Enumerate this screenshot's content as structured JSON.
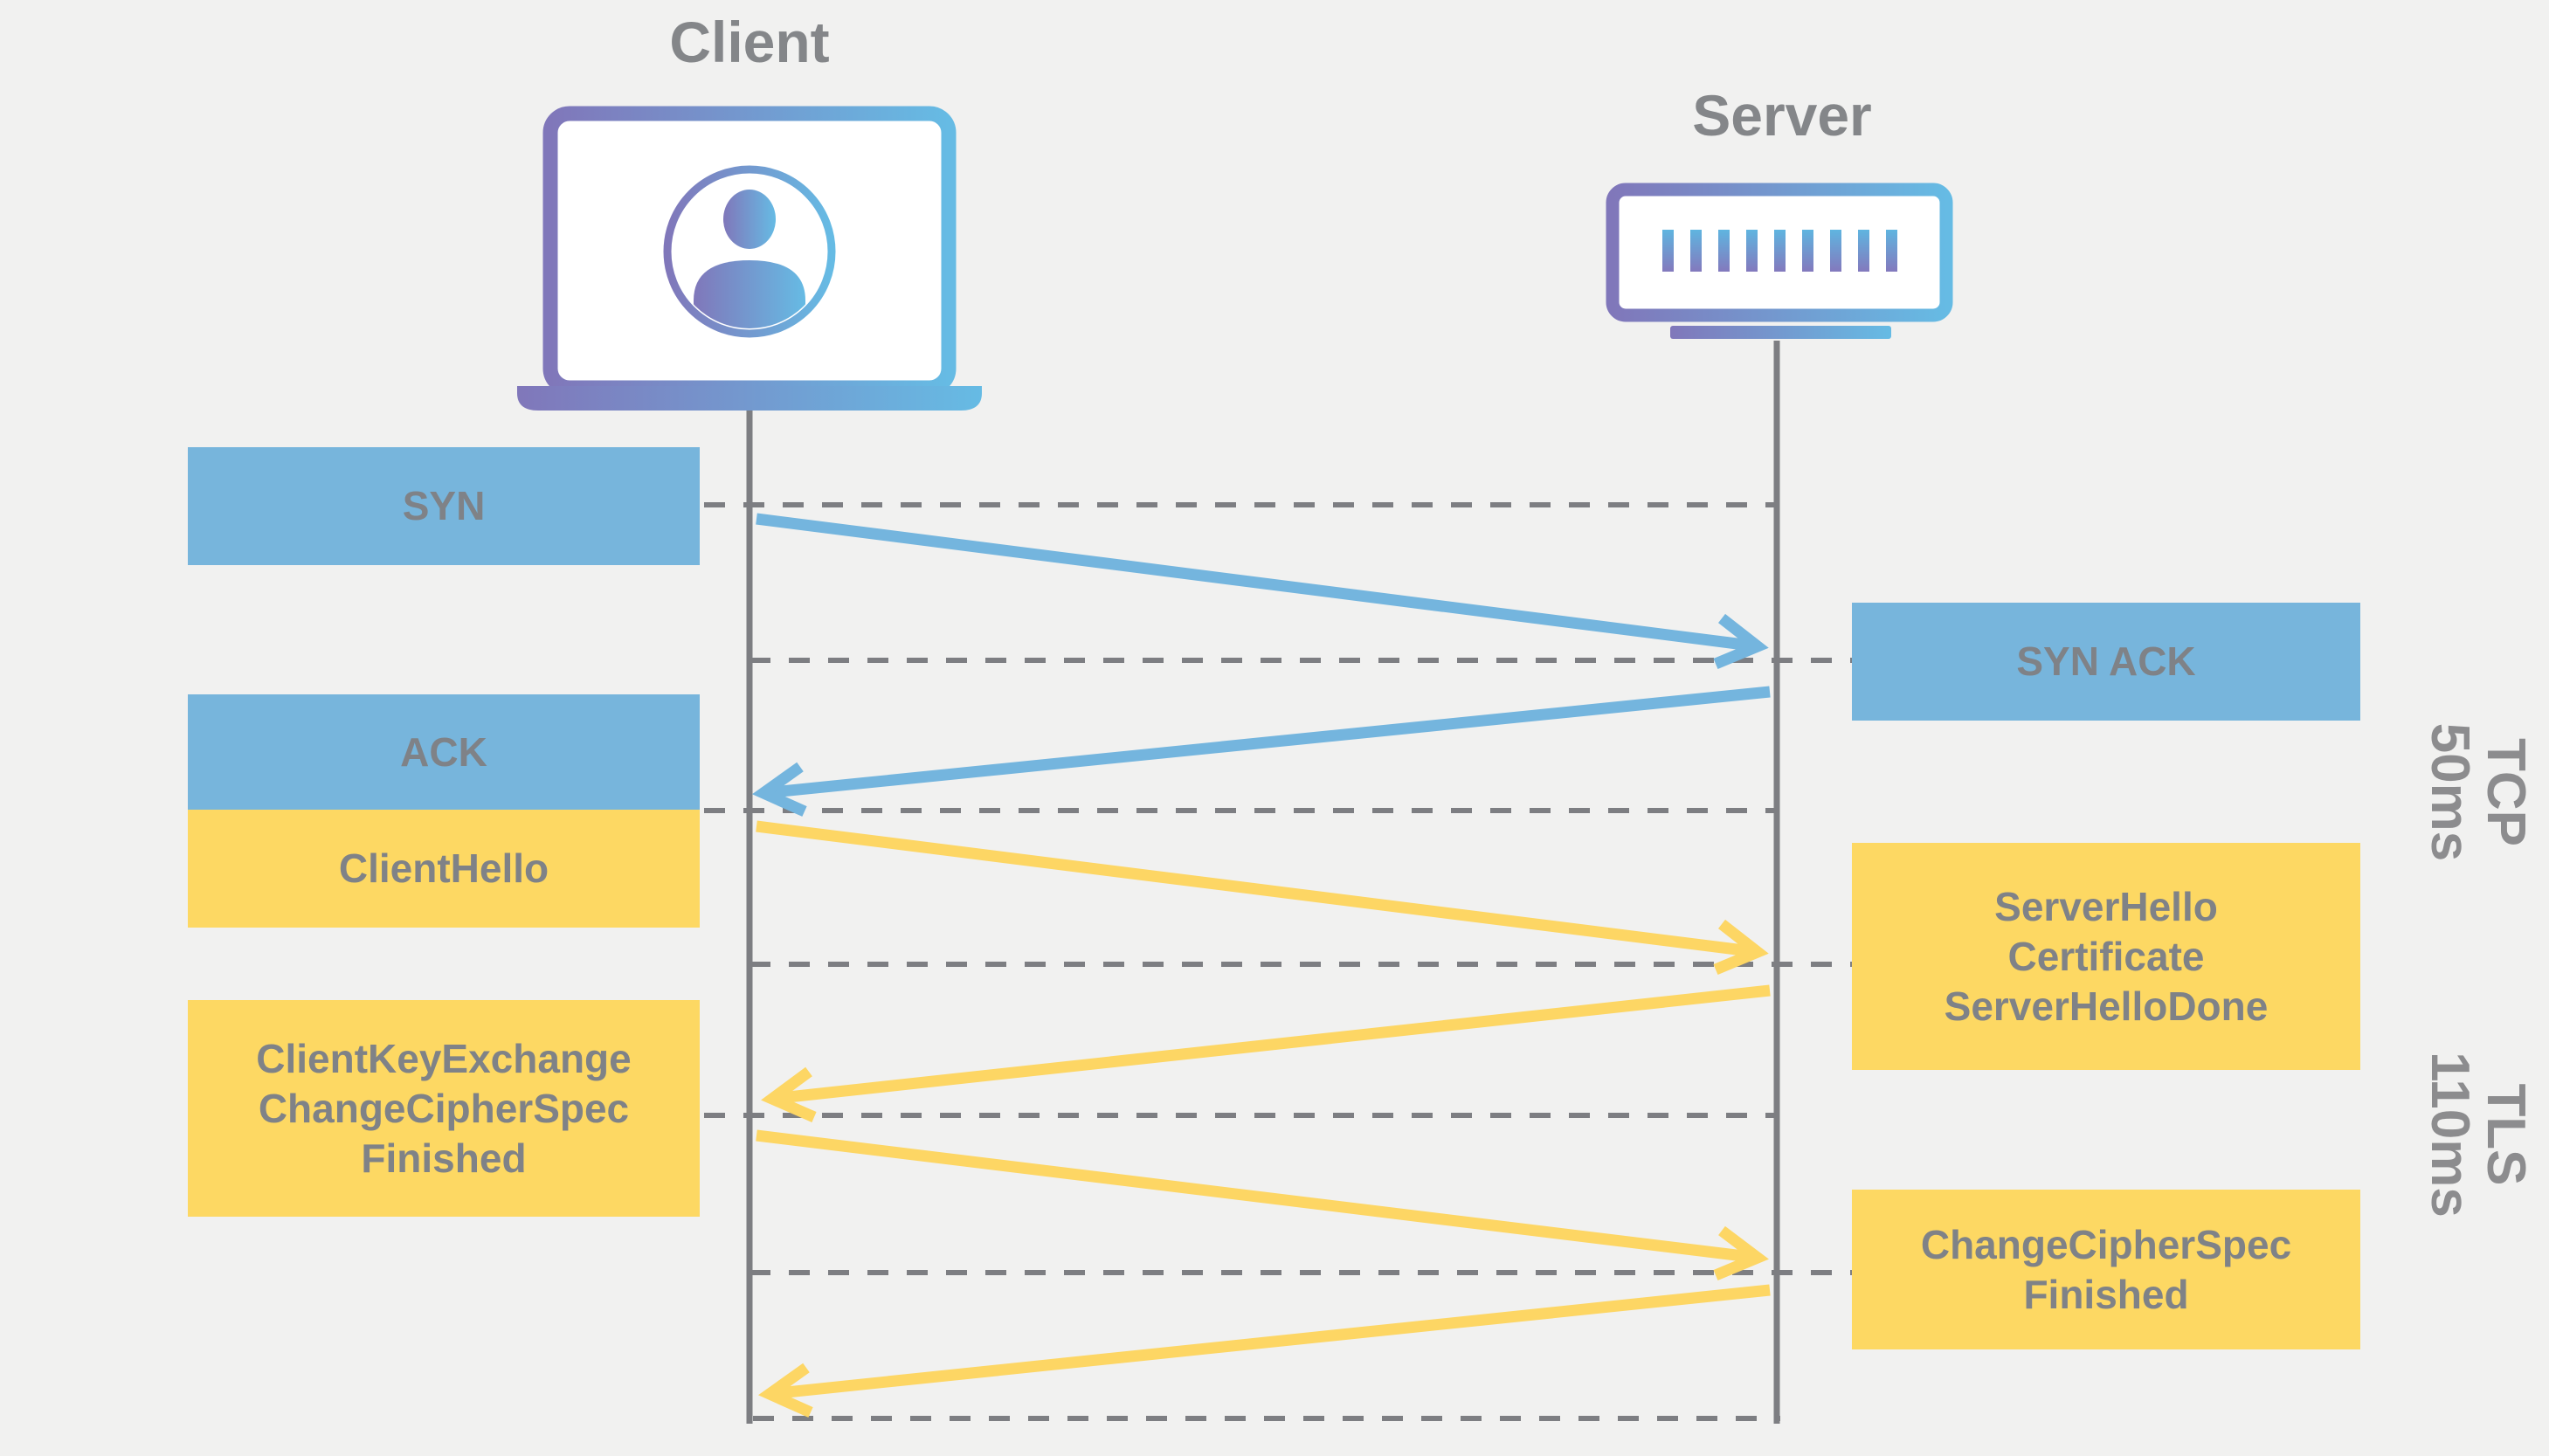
{
  "diagram": {
    "type": "sequence",
    "actors": {
      "client": {
        "label": "Client"
      },
      "server": {
        "label": "Server"
      }
    },
    "messages": [
      {
        "label": "SYN",
        "protocol": "TCP",
        "from": "client",
        "to": "server"
      },
      {
        "label": "SYN ACK",
        "protocol": "TCP",
        "from": "server",
        "to": "client"
      },
      {
        "label": "ACK",
        "protocol": "TCP",
        "from": "client",
        "to": "server"
      },
      {
        "label": "ClientHello",
        "protocol": "TLS",
        "from": "client",
        "to": "server"
      },
      {
        "label": "ServerHello\nCertificate\nServerHelloDone",
        "protocol": "TLS",
        "from": "server",
        "to": "client"
      },
      {
        "label": "ClientKeyExchange\nChangeCipherSpec\nFinished",
        "protocol": "TLS",
        "from": "client",
        "to": "server"
      },
      {
        "label": "ChangeCipherSpec\nFinished",
        "protocol": "TLS",
        "from": "server",
        "to": "client"
      }
    ],
    "phases": [
      {
        "name": "TCP",
        "duration": "50ms"
      },
      {
        "name": "TLS",
        "duration": "110ms"
      }
    ],
    "colors": {
      "tcp_message": "#77b5dc",
      "tls_message": "#fdd863",
      "label_text": "#7f8287",
      "actor_text": "#848689",
      "phase_text": "#8c8c8e",
      "line": "#7d7e82",
      "icon_gradient_start": "#8077ba",
      "icon_gradient_end": "#66bbe4",
      "background": "#f1f1f0"
    }
  }
}
